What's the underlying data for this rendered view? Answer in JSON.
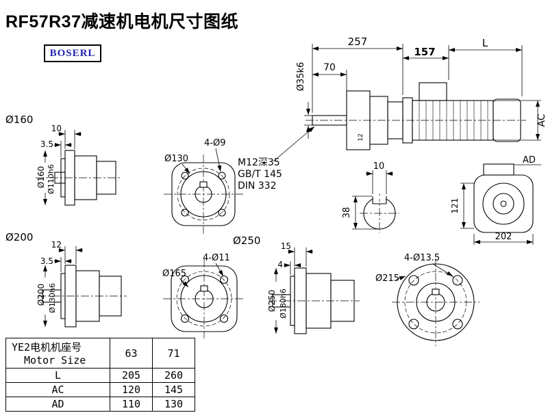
{
  "page": {
    "title": "RF57R37减速机电机尺寸图纸",
    "logo_text": "BOSERL"
  },
  "main_view": {
    "dim_257": "257",
    "dim_157": "157",
    "dim_l": "L",
    "dim_70": "70",
    "shaft_dia": "Ø35k6",
    "dim_ac": "AC",
    "dim_key": "12"
  },
  "notes": {
    "thread": "M12深35",
    "standard1": "GB/T 145",
    "standard2": "DIN 332"
  },
  "shaft_section": {
    "key_width": "10",
    "height": "38"
  },
  "motor_rear": {
    "dim_ad": "AD",
    "dim_121": "121",
    "dim_202": "202"
  },
  "flange160": {
    "label": "Ø160",
    "thickness": "10",
    "lip": "3.5",
    "outer_dia": "Ø160",
    "spigot_dia": "Ø110h6"
  },
  "front130": {
    "dia": "Ø130",
    "holes": "4-Ø9"
  },
  "flange200": {
    "label": "Ø200",
    "thickness": "12",
    "lip": "3.5",
    "outer_dia": "Ø200",
    "spigot_dia": "Ø130h6"
  },
  "front165": {
    "dia": "Ø165",
    "holes": "4-Ø11"
  },
  "flange250": {
    "label": "Ø250",
    "thickness": "15",
    "lip": "4",
    "outer_dia": "Ø250",
    "spigot_dia": "Ø180h6"
  },
  "front215": {
    "dia": "Ø215",
    "holes": "4-Ø13.5"
  },
  "spec_table": {
    "header_zh": "YE2电机机座号",
    "header_en": "Motor Size",
    "sizes": [
      "63",
      "71"
    ],
    "rows": [
      {
        "label": "L",
        "values": [
          "205",
          "260"
        ]
      },
      {
        "label": "AC",
        "values": [
          "120",
          "145"
        ]
      },
      {
        "label": "AD",
        "values": [
          "110",
          "130"
        ]
      }
    ]
  }
}
